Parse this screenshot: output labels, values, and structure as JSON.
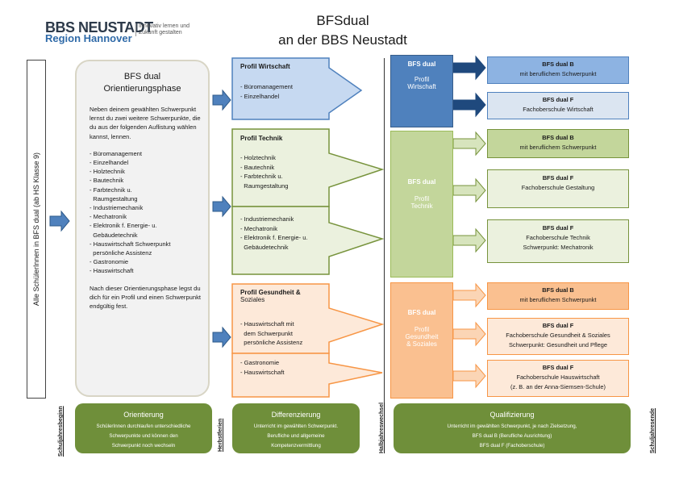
{
  "logo": {
    "line1": "BBS NEUSTADT",
    "line2": "Region Hannover",
    "tagline": "Innovativ lernen und Zukunft gestalten"
  },
  "title": {
    "line1": "BFSdual",
    "line2": "an der BBS Neustadt"
  },
  "left_label": "Alle SchülerInnen in BFS dual (ab HS Klasse 9)",
  "orientation": {
    "title1": "BFS dual",
    "title2": "Orientierungsphase",
    "intro": "Neben deinem gewählten Schwerpunkt lernst du zwei weitere Schwerpunkte, die du aus der folgenden Auflistung wählen kannst, lennen.",
    "items": [
      "- Büromanagement",
      "- Einzelhandel",
      "- Holztechnik",
      "- Bautechnik",
      "- Farbtechnik u.",
      "  Raumgestaltung",
      "- Industriemechanik",
      "- Mechatronik",
      "- Elektronik f. Energie- u.",
      "  Gebäudetechnik",
      "- Hauswirtschaft Schwerpunkt",
      "  persönliche Assistenz",
      "- Gastronomie",
      "- Hauswirtschaft"
    ],
    "outro": "Nach dieser Orientierungsphase legst du dich für ein Profil und einen Schwerpunkt endgültig fest."
  },
  "profiles": {
    "wirtschaft": {
      "title": "Profil Wirtschaft",
      "items": [
        "- Büromanagement",
        "- Einzelhandel"
      ]
    },
    "technik": {
      "title": "Profil Technik",
      "items_a": [
        "- Holztechnik",
        "- Bautechnik",
        "- Farbtechnik u.",
        "  Raumgestaltung"
      ],
      "items_b": [
        "- Industriemechanik",
        "- Mechatronik",
        "- Elektronik f. Energie- u.",
        "  Gebäudetechnik"
      ]
    },
    "gesundheit": {
      "title": "Profil Gesundheit &",
      "title2": "Soziales",
      "items_a": [
        "- Hauswirtschaft mit",
        "  dem Schwerpunkt",
        "  persönliche Assistenz"
      ],
      "items_b": [
        "- Gastronomie",
        "- Hauswirtschaft"
      ]
    }
  },
  "center": {
    "wirtschaft": {
      "head": "BFS dual",
      "l1": "Profil",
      "l2": "Wirtschaft"
    },
    "technik": {
      "head": "BFS dual",
      "l1": "Profil",
      "l2": "Technik"
    },
    "gesundheit": {
      "head": "BFS dual",
      "l1": "Profil",
      "l2": "Gesundheit",
      "l3": "& Soziales"
    }
  },
  "results": [
    {
      "l1": "BFS dual B",
      "l2": "mit beruflichem Schwerpunkt",
      "l3": ""
    },
    {
      "l1": "BFS dual F",
      "l2": "Fachoberschule Wirtschaft",
      "l3": ""
    },
    {
      "l1": "BFS dual B",
      "l2": "mit beruflichem Schwerpunkt",
      "l3": ""
    },
    {
      "l1": "BFS dual F",
      "l2": "Fachoberschule Gestaltung",
      "l3": ""
    },
    {
      "l1": "BFS dual F",
      "l2": "Fachoberschule Technik",
      "l3": "Schwerpunkt: Mechatronik"
    },
    {
      "l1": "BFS dual B",
      "l2": "mit beruflichem Schwerpunkt",
      "l3": ""
    },
    {
      "l1": "BFS dual F",
      "l2": "Fachoberschule Gesundheit & Soziales",
      "l3": "Schwerpunkt: Gesundheit und Pflege"
    },
    {
      "l1": "BFS dual F",
      "l2": "Fachoberschule Hauswirtschaft",
      "l3": "(z. B. an der Anna-Siemsen-Schule)"
    }
  ],
  "bottom": {
    "orientierung": {
      "title": "Orientierung",
      "d1": "SchülerInnen durchlaufen unterschiedliche",
      "d2": "Schwerpunkte und können den",
      "d3": "Schwerpunkt noch wechseln"
    },
    "differenzierung": {
      "title": "Differenzierung",
      "d1": "Unterricht im gewählten Schwerpunkt.",
      "d2": "Berufliche und allgemeine",
      "d3": "Kompetenzvermittlung"
    },
    "qualifizierung": {
      "title": "Qualifizierung",
      "d1": "Unterricht im gewählten Schwerpunkt, je nach Zielsetzung,",
      "d2": "BFS dual B (Berufliche Ausrichtung)",
      "d3": "BFS dual F (Fachoberschule)"
    }
  },
  "timeline": {
    "t1": "Schuljahresbeginn",
    "t2": "Herbstferien",
    "t3": "Halbjahreswechsel",
    "t4": "Schuljahresende"
  },
  "colors": {
    "blue": "#4f81bd",
    "blue_light": "#c6d9f1",
    "green": "#77933c",
    "green_light": "#d7e4bd",
    "orange": "#f79646",
    "orange_light": "#fbd5b5",
    "olive": "#6f8f3a"
  }
}
